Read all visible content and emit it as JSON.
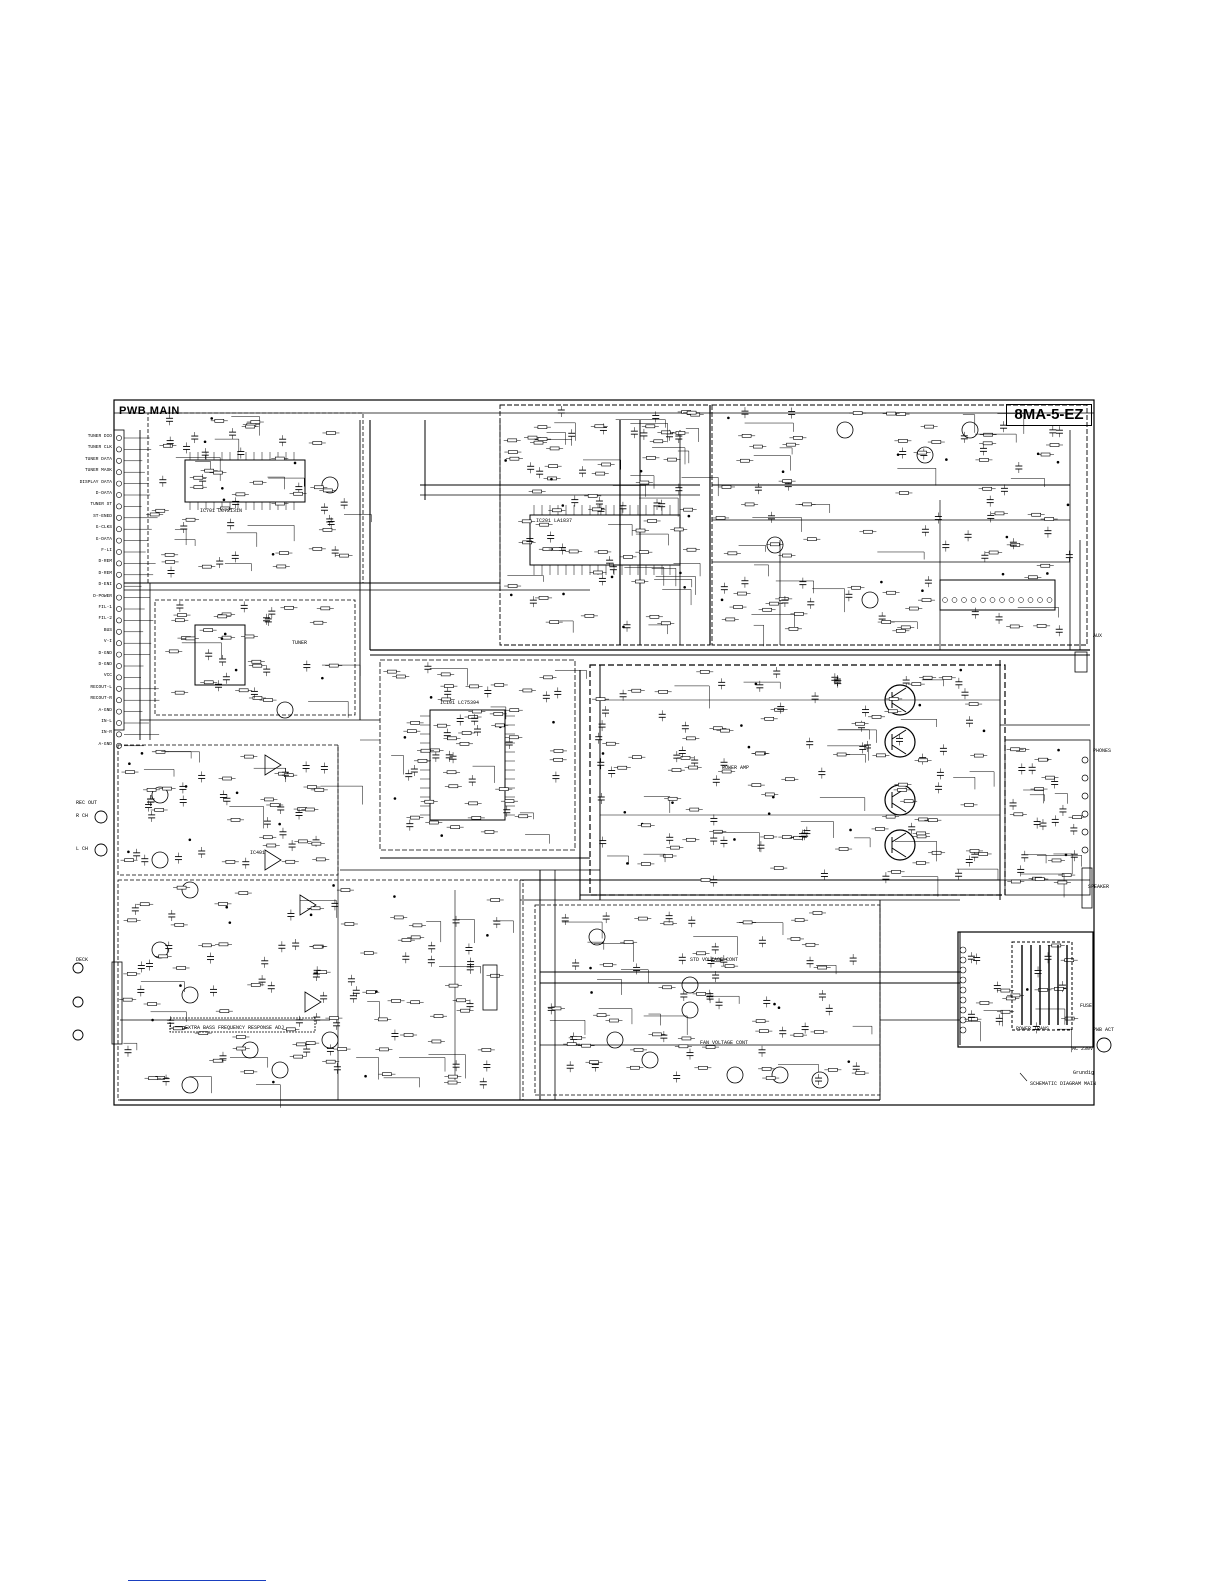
{
  "sheet": {
    "board_title": "PWB MAIN",
    "model_code": "8MA-5-EZ",
    "caption_company": "Grundig",
    "caption_title": "SCHEMATIC DIAGRAM MAIN"
  },
  "connector_pins": [
    "TUNER DIO",
    "TUNER CLK",
    "TUNER DATA",
    "TUNER MASK",
    "DISPLAY DATA",
    "D-DATA",
    "TUNER ST",
    "ST-ENED",
    "G-CLKS",
    "G-DATA",
    "F-LI",
    "D-REM",
    "D-REM",
    "D-ENI",
    "D-POWER",
    "FIL-1",
    "FIL-2",
    "BUS",
    "V-I",
    "D-GND",
    "D-GND",
    "VCC",
    "RECOUT-L",
    "RECOUT-R",
    "A-GND",
    "IN-L",
    "IN-R",
    "A-GND"
  ],
  "blocks": [
    {
      "id": "ic701",
      "label": "IC701 LC72131N"
    },
    {
      "id": "tuner",
      "label": "TUNER"
    },
    {
      "id": "ic201",
      "label": "IC201 LA1837"
    },
    {
      "id": "ic101",
      "label": "IC101 LC75394"
    },
    {
      "id": "ic401",
      "label": "IC401"
    },
    {
      "id": "power_amp",
      "label": "POWER AMP"
    },
    {
      "id": "std_voltage",
      "label": "STD VOLTAGE CONT"
    },
    {
      "id": "fan",
      "label": "FAN VOLTAGE CONT"
    },
    {
      "id": "freq_resp",
      "label": "EXTRA BASS FREQUENCY RESPONSE ADJ"
    }
  ],
  "side_labels": {
    "aux": "AUX",
    "phones": "PHONES",
    "speaker": "SPEAKER",
    "rec_jack": "REC OUT",
    "deck_jack": "DECK",
    "l_ch": "L CH",
    "r_ch": "R CH",
    "ac_in": "AC 230V",
    "fuse": "FUSE",
    "power_trans": "POWER TRANS",
    "main_pwb": "PWB ACT"
  }
}
